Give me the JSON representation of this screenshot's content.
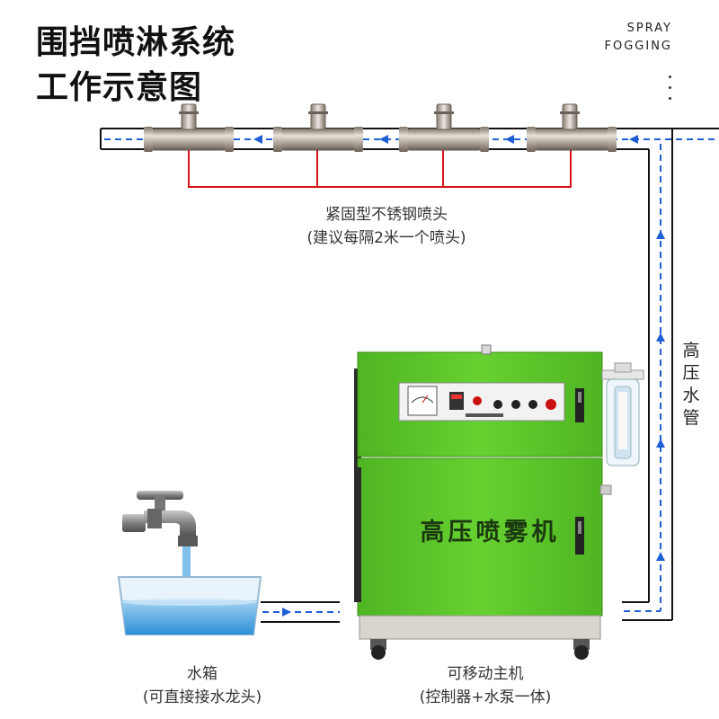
{
  "header": {
    "title_line1": "围挡喷淋系统",
    "title_line2": "工作示意图",
    "brand_line1": "SPRAY",
    "brand_line2": "FOGGING"
  },
  "nozzle_caption": {
    "line1": "紧固型不锈钢喷头",
    "line2": "(建议每隔2米一个喷头)"
  },
  "pipe_label": "高压水管",
  "machine": {
    "panel_text": "高压喷雾机",
    "caption_line1": "可移动主机",
    "caption_line2": "(控制器+水泵一体)"
  },
  "tank": {
    "caption_line1": "水箱",
    "caption_line2": "(可直接接水龙头)"
  },
  "colors": {
    "machine_green": "#5fc92c",
    "pipe_blue": "#1f5fd6",
    "red_line": "#d8121b"
  }
}
